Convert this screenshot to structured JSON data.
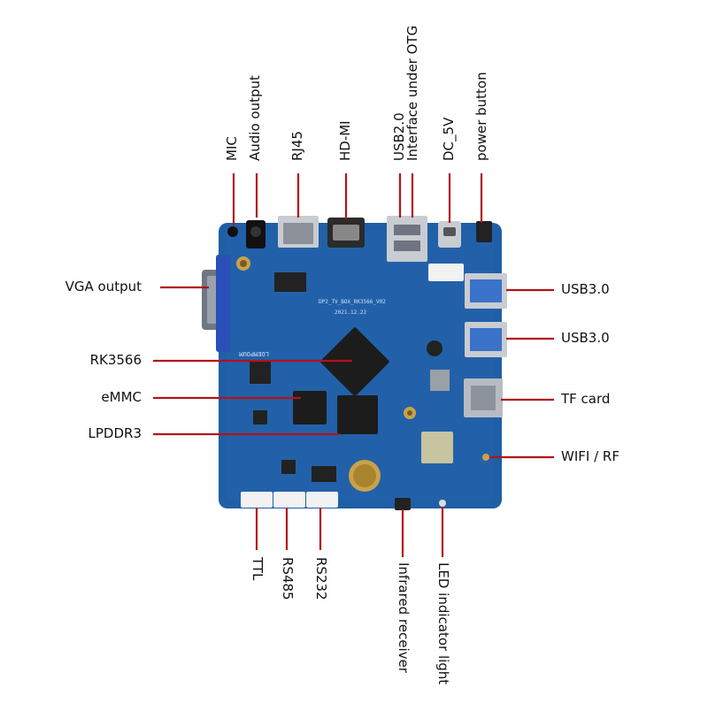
{
  "colors": {
    "board": "#1f5fa6",
    "board_light": "#2a6cb6",
    "pointer": "#b3121b",
    "chip": "#222222",
    "port_metal": "#c9ccd1",
    "connector": "#f2f2f2",
    "label_text": "#111111"
  },
  "top_labels": [
    "MIC",
    "Audio output",
    "RJ45",
    "HD-MI",
    "USB2.0",
    "Interface under OTG",
    "DC_5V",
    "power button"
  ],
  "left_labels": [
    "VGA output",
    "RK3566",
    "eMMC",
    "LPDDR3"
  ],
  "right_labels": [
    "USB3.0",
    "USB3.0",
    "TF card",
    "WIFI / RF"
  ],
  "bottom_labels": [
    "TTL",
    "RS485",
    "RS232",
    "Infrared receiver",
    "LED indicator light"
  ],
  "board_silkscreen": {
    "model": "DP2_TV_BOX_RK3566_V02",
    "date": "2021.12.22",
    "logo": "LOEMPOUM"
  }
}
